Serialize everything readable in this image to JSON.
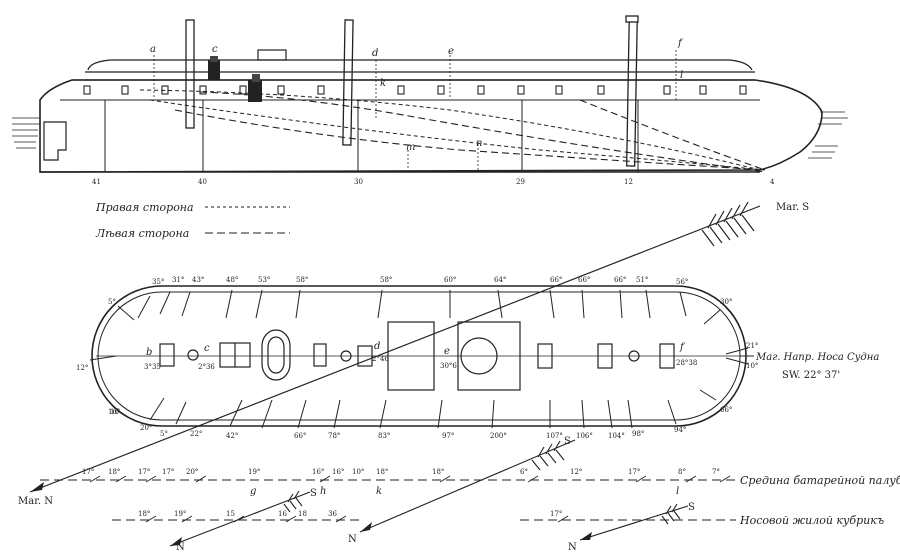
{
  "profile": {
    "frame_numbers": [
      "41",
      "40",
      "30",
      "29",
      "12",
      "4"
    ],
    "letters": [
      "a",
      "c",
      "d",
      "e",
      "f",
      "k",
      "l",
      "m",
      "n"
    ]
  },
  "legend": {
    "starboard": "Правая сторона",
    "port": "Лѣвая сторона"
  },
  "plan": {
    "top_angles": [
      "35°",
      "31°",
      "43°",
      "48°",
      "53°",
      "58°",
      "58°",
      "60°",
      "64°",
      "66°",
      "66°",
      "66°",
      "51°",
      "56°"
    ],
    "bottom_angles": [
      "20°",
      "16°",
      "5°",
      "22°",
      "42°",
      "66°",
      "78°",
      "83°",
      "97°",
      "200°",
      "107°",
      "106°",
      "104°",
      "98°",
      "94°"
    ],
    "side_angles": [
      "5°",
      "12°",
      "16",
      "30°",
      "21°",
      "10°",
      "66°"
    ],
    "station_letters": [
      "b",
      "c",
      "d",
      "e",
      "f"
    ],
    "station_angles": [
      "3°35",
      "2°36",
      "2°46",
      "30°6",
      "28°38"
    ],
    "mag_south": "Mar. S",
    "mag_north": "Mar. N",
    "heading_note_1": "Маг. Напр. Носа Судна",
    "heading_note_2": "SW. 22° 37'"
  },
  "battery_deck": {
    "label": "Средина батарейной палубы",
    "readings": [
      "17°",
      "18°",
      "17°",
      "17°",
      "20°",
      "19°",
      "16°",
      "16°",
      "10°",
      "18°",
      "18°",
      "6°",
      "12°",
      "17°",
      "8°",
      "7°"
    ],
    "letters": [
      "g",
      "h",
      "k",
      "l"
    ],
    "north": "N",
    "south": "S"
  },
  "berth_deck": {
    "label": "Носовой жилой кубрикъ",
    "readings": [
      "18°",
      "19°",
      "15",
      "16",
      "18",
      "36",
      "17°"
    ],
    "north": "N",
    "south": "S"
  }
}
